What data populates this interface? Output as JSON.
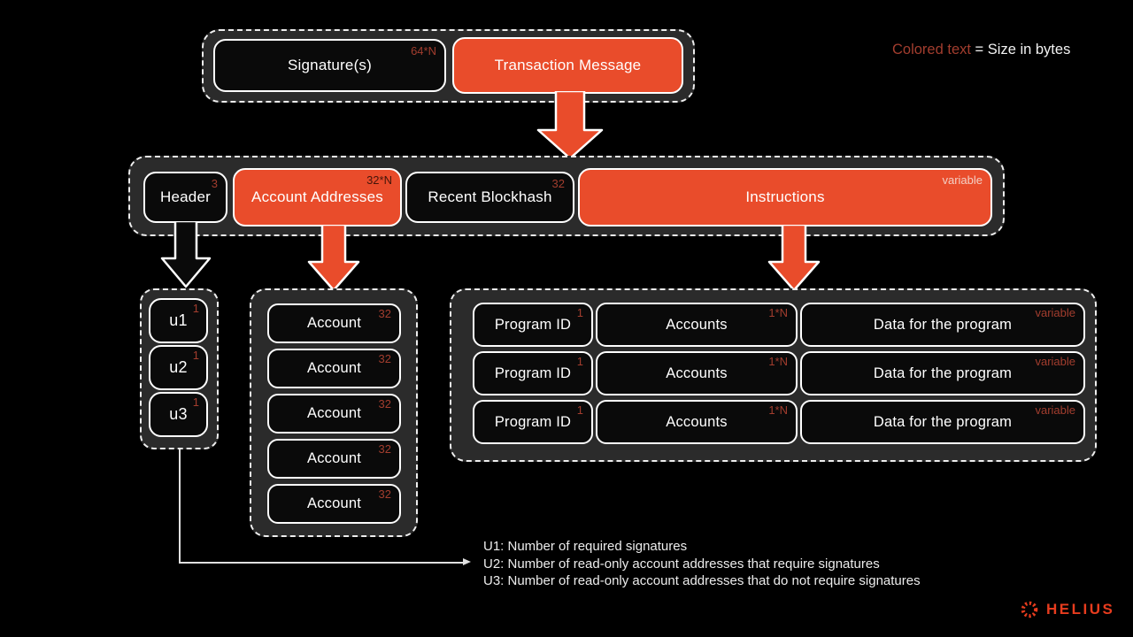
{
  "legend": {
    "colored_label": "Colored text",
    "rest_label": " = Size in bytes"
  },
  "colors": {
    "accent_orange": "#e94c2b",
    "size_label_red": "#a23d2e",
    "group_fill": "#2b2b2b",
    "logo_orange": "#e73c1e"
  },
  "transaction": {
    "top_row": {
      "signatures": {
        "label": "Signature(s)",
        "size": "64*N"
      },
      "message": {
        "label": "Transaction Message"
      }
    },
    "message_row": {
      "header": {
        "label": "Header",
        "size": "3"
      },
      "account_addresses": {
        "label": "Account Addresses",
        "size": "32*N"
      },
      "recent_blockhash": {
        "label": "Recent Blockhash",
        "size": "32"
      },
      "instructions": {
        "label": "Instructions",
        "size": "variable"
      }
    },
    "header_fields": [
      {
        "label": "u1",
        "size": "1"
      },
      {
        "label": "u2",
        "size": "1"
      },
      {
        "label": "u3",
        "size": "1"
      }
    ],
    "accounts": [
      {
        "label": "Account",
        "size": "32"
      },
      {
        "label": "Account",
        "size": "32"
      },
      {
        "label": "Account",
        "size": "32"
      },
      {
        "label": "Account",
        "size": "32"
      },
      {
        "label": "Account",
        "size": "32"
      }
    ],
    "instruction_rows": [
      {
        "program_id": {
          "label": "Program ID",
          "size": "1"
        },
        "accounts": {
          "label": "Accounts",
          "size": "1*N"
        },
        "data": {
          "label": "Data for the program",
          "size": "variable"
        }
      },
      {
        "program_id": {
          "label": "Program ID",
          "size": "1"
        },
        "accounts": {
          "label": "Accounts",
          "size": "1*N"
        },
        "data": {
          "label": "Data for the program",
          "size": "variable"
        }
      },
      {
        "program_id": {
          "label": "Program ID",
          "size": "1"
        },
        "accounts": {
          "label": "Accounts",
          "size": "1*N"
        },
        "data": {
          "label": "Data for the program",
          "size": "variable"
        }
      }
    ]
  },
  "notes": {
    "u1": "U1: Number of required signatures",
    "u2": "U2: Number of read-only account addresses that require signatures",
    "u3": "U3: Number of read-only account addresses that do not require signatures"
  },
  "logo": {
    "text": "HELIUS"
  }
}
